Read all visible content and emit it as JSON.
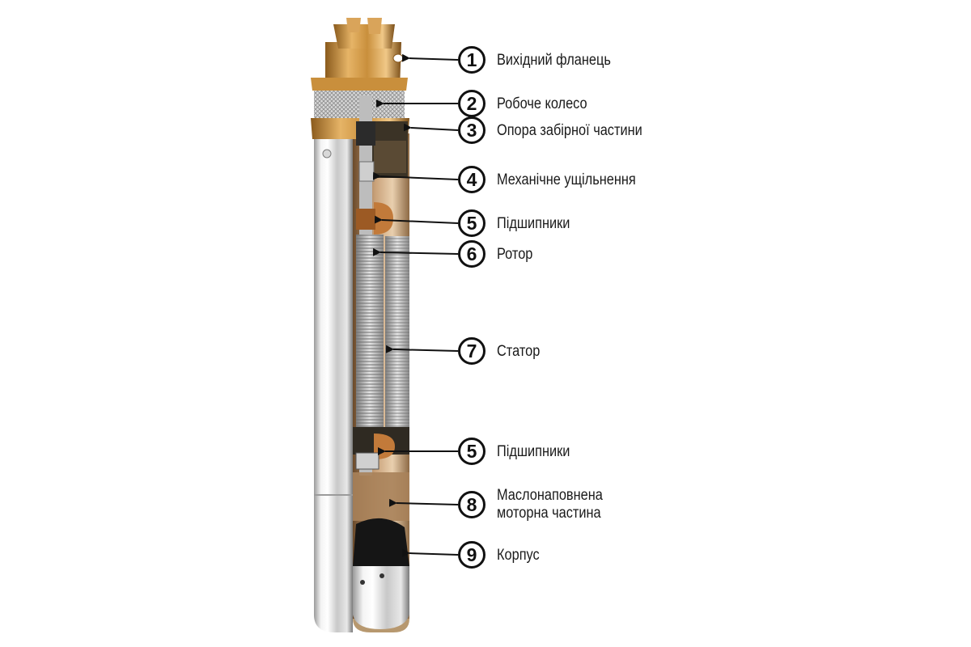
{
  "colors": {
    "steel_light": "#f2f2f2",
    "steel_dark": "#8a8a8a",
    "brass": "#c98f3c",
    "brass_dark": "#8a5a1c",
    "copper": "#b8763a",
    "badge_stroke": "#111111",
    "text": "#1a1a1a"
  },
  "callouts": [
    {
      "num": "1",
      "lines": [
        "Вихідний фланець"
      ]
    },
    {
      "num": "2",
      "lines": [
        "Робоче колесо"
      ]
    },
    {
      "num": "3",
      "lines": [
        "Опора забірної частини"
      ]
    },
    {
      "num": "4",
      "lines": [
        "Механічне ущільнення"
      ]
    },
    {
      "num": "5",
      "lines": [
        "Підшипники"
      ]
    },
    {
      "num": "6",
      "lines": [
        "Ротор"
      ]
    },
    {
      "num": "7",
      "lines": [
        "Статор"
      ]
    },
    {
      "num": "5",
      "lines": [
        "Підшипники"
      ]
    },
    {
      "num": "8",
      "lines": [
        "Маслонаповнена",
        "моторна частина"
      ]
    },
    {
      "num": "9",
      "lines": [
        "Корпус"
      ]
    }
  ]
}
